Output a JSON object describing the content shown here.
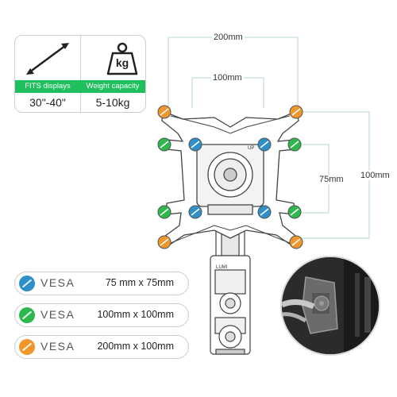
{
  "spec_card": {
    "left_label": "FITS displays",
    "left_value": "30\"-40\"",
    "right_label": "Weight capacity",
    "right_value": "5-10kg",
    "weight_icon_text": "kg"
  },
  "dimensions": {
    "top_outer": "200mm",
    "top_inner": "100mm",
    "right_inner": "75mm",
    "right_outer": "100mm"
  },
  "plate_label": "UP",
  "base_label": "LUMI",
  "legend": [
    {
      "prefix": "VESA",
      "size": "75 mm x 75mm",
      "color": "#2f8fc8"
    },
    {
      "prefix": "VESA",
      "size": "100mm x 100mm",
      "color": "#2db84d"
    },
    {
      "prefix": "VESA",
      "size": "200mm x 100mm",
      "color": "#f0962a"
    }
  ],
  "colors": {
    "accent_green": "#1fbf5e",
    "line_gray": "#b8b8b8"
  }
}
